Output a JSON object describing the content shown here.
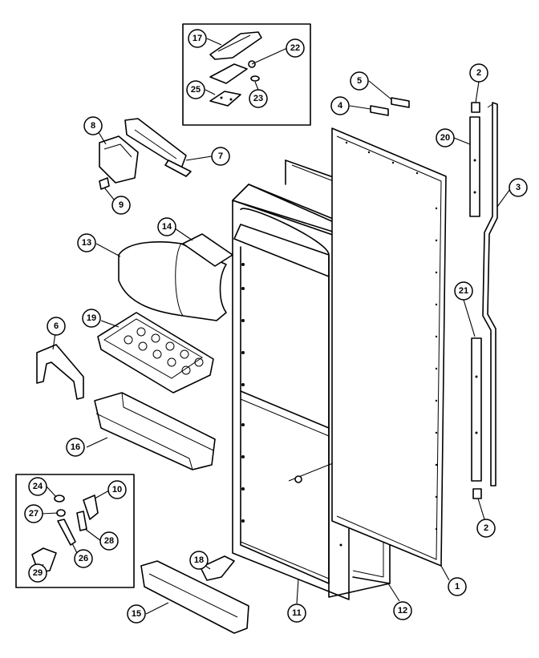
{
  "diagram": {
    "callouts": {
      "c1": "1",
      "c2a": "2",
      "c2b": "2",
      "c3": "3",
      "c4": "4",
      "c5": "5",
      "c6": "6",
      "c7": "7",
      "c8": "8",
      "c9": "9",
      "c10": "10",
      "c11": "11",
      "c12": "12",
      "c13": "13",
      "c14": "14",
      "c15": "15",
      "c16": "16",
      "c17": "17",
      "c18": "18",
      "c19": "19",
      "c20": "20",
      "c21": "21",
      "c22": "22",
      "c23": "23",
      "c24": "24",
      "c25": "25",
      "c26": "26",
      "c27": "27",
      "c28": "28",
      "c29": "29"
    }
  }
}
